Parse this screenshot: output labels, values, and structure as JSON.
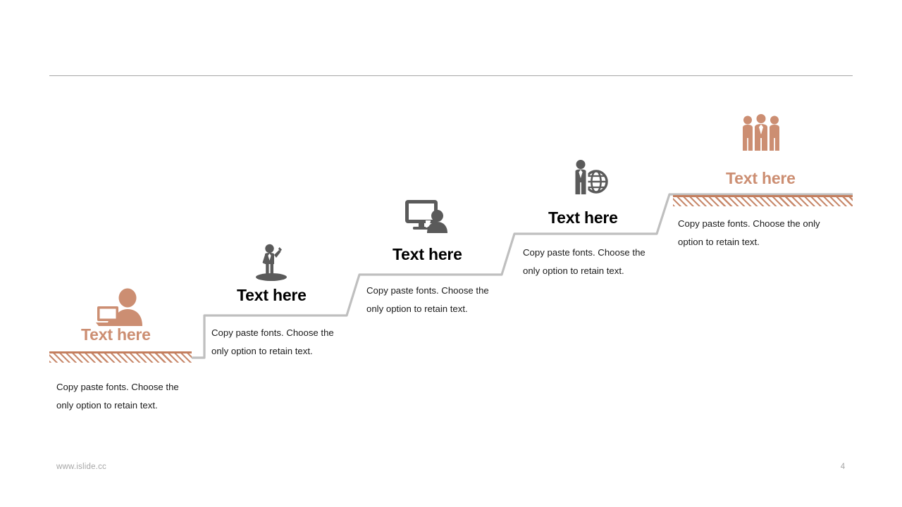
{
  "slide": {
    "page_number": "4",
    "footer_url": "www.islide.cc",
    "accent_color": "#cc8e72",
    "hatch_color": "#c47f5f",
    "stair_color": "#bfbfbf",
    "rule_color": "#a6a6a6",
    "dark_icon_color": "#5a5a5a"
  },
  "steps": [
    {
      "index": "1",
      "icon": "person-laptop-icon",
      "icon_style": "accent",
      "title": "Text here",
      "title_style": "accent",
      "body": "Copy paste fonts. Choose the only option to retain text.",
      "has_hatch_bar": true
    },
    {
      "index": "2",
      "icon": "person-presenting-icon",
      "icon_style": "dark",
      "title": "Text here",
      "title_style": "dark",
      "body": "Copy paste fonts. Choose the only option to retain text.",
      "has_hatch_bar": false
    },
    {
      "index": "3",
      "icon": "monitor-user-icon",
      "icon_style": "dark",
      "title": "Text here",
      "title_style": "dark",
      "body": "Copy paste fonts. Choose the only option to retain text.",
      "has_hatch_bar": false
    },
    {
      "index": "4",
      "icon": "person-globe-icon",
      "icon_style": "dark",
      "title": "Text here",
      "title_style": "dark",
      "body": "Copy paste fonts. Choose the only option to retain text.",
      "has_hatch_bar": false
    },
    {
      "index": "5",
      "icon": "group-people-icon",
      "icon_style": "accent",
      "title": "Text here",
      "title_style": "accent",
      "body": "Copy paste fonts. Choose the only option to retain text.",
      "has_hatch_bar": true
    }
  ]
}
